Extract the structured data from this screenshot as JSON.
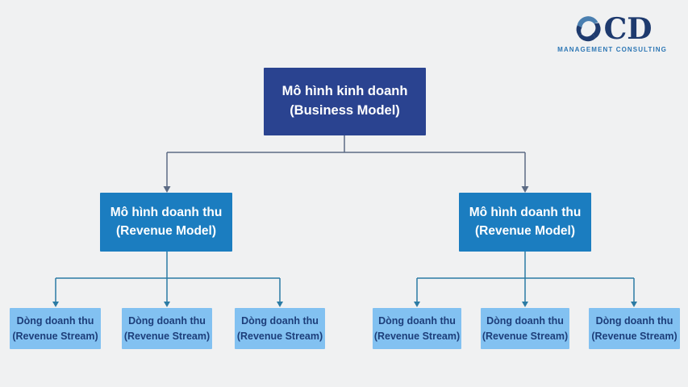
{
  "logo": {
    "letters": "CD",
    "tagline": "MANAGEMENT CONSULTING",
    "swoosh_dark": "#1e3a6e",
    "swoosh_light": "#4a7fb0"
  },
  "diagram": {
    "root": {
      "line1": "Mô hình kinh doanh",
      "line2": "(Business Model)"
    },
    "level2": [
      {
        "line1": "Mô hình doanh thu",
        "line2": "(Revenue Model)"
      },
      {
        "line1": "Mô hình doanh thu",
        "line2": "(Revenue Model)"
      }
    ],
    "level3": [
      {
        "line1": "Dòng doanh thu",
        "line2": "(Revenue Stream)"
      },
      {
        "line1": "Dòng doanh thu",
        "line2": "(Revenue Stream)"
      },
      {
        "line1": "Dòng doanh thu",
        "line2": "(Revenue Stream)"
      },
      {
        "line1": "Dòng doanh thu",
        "line2": "(Revenue Stream)"
      },
      {
        "line1": "Dòng doanh thu",
        "line2": "(Revenue Stream)"
      },
      {
        "line1": "Dòng doanh thu",
        "line2": "(Revenue Stream)"
      }
    ],
    "colors": {
      "background": "#f0f1f2",
      "root_bg": "#2a4390",
      "level2_bg": "#1b7dc0",
      "level3_bg": "#82c1f1",
      "root_text": "#ffffff",
      "level3_text": "#1d3e7a",
      "connector_top": "#5c6b84",
      "connector_bottom": "#2b7ba4"
    }
  }
}
